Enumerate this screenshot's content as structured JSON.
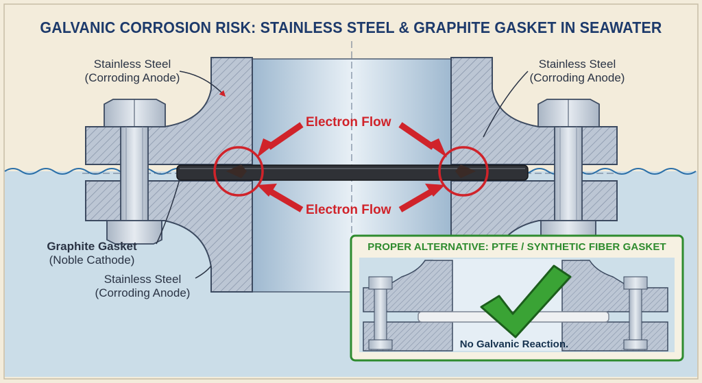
{
  "title": "GALVANIC CORROSION RISK: STAINLESS STEEL & GRAPHITE GASKET IN SEAWATER",
  "labels": {
    "top_left": {
      "line1": "Stainless Steel",
      "line2": "(Corroding Anode)"
    },
    "top_right": {
      "line1": "Stainless Steel",
      "line2": "(Corroding Anode)"
    },
    "gasket": {
      "line1": "Graphite Gasket",
      "line2": "(Noble Cathode)"
    },
    "bottom_left": {
      "line1": "Stainless Steel",
      "line2": "(Corroding Anode)"
    }
  },
  "electron_flow_top": "Electron Flow",
  "electron_flow_bottom": "Electron Flow",
  "alternative": {
    "title": "PROPER ALTERNATIVE: PTFE / SYNTHETIC FIBER GASKET",
    "note": "No Galvanic Reaction."
  },
  "colors": {
    "title": "#1d3a6b",
    "steel": "#b9c4d3",
    "graphite": "#2e3035",
    "seawater": "#c9dde9",
    "electron_flow": "#d0232a",
    "alternative_border": "#2e8b2e",
    "checkmark": "#3aa335"
  },
  "icons": {
    "checkmark": "checkmark-icon",
    "arrow": "arrow-icon"
  }
}
